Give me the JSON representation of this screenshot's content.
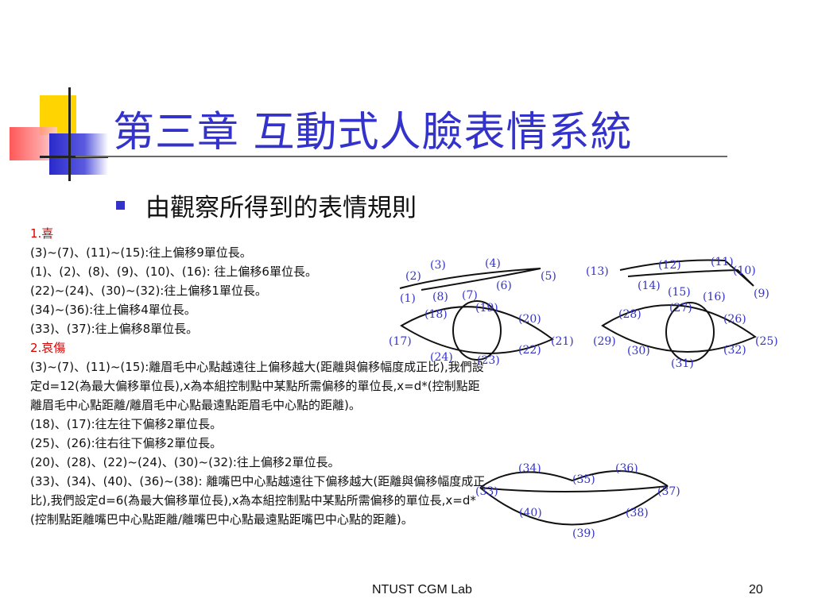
{
  "title": "第三章 互動式人臉表情系統",
  "subtitle": "由觀察所得到的表情規則",
  "rules": {
    "h1": "1.喜",
    "l1": "(3)~(7)、(11)~(15):往上偏移9單位長。",
    "l2": "(1)、(2)、(8)、(9)、(10)、(16): 往上偏移6單位長。",
    "l3": "(22)~(24)、(30)~(32):往上偏移1單位長。",
    "l4": "(34)~(36):往上偏移4單位長。",
    "l5": "(33)、(37):往上偏移8單位長。",
    "h2": "2.哀傷",
    "l6": "(3)~(7)、(11)~(15):離眉毛中心點越遠往上偏移越大(距離與偏移幅度成正比),我們設定d=12(為最大偏移單位長),x為本組控制點中某點所需偏移的單位長,x=d*(控制點距離眉毛中心點距離/離眉毛中心點最遠點距眉毛中心點的距離)。",
    "l7": "(18)、(17):往左往下偏移2單位長。",
    "l8": "(25)、(26):往右往下偏移2單位長。",
    "l9": "(20)、(28)、(22)~(24)、(30)~(32):往上偏移2單位長。",
    "l10": "(33)、(34)、(40)、(36)~(38): 離嘴巴中心點越遠往下偏移越大(距離與偏移幅度成正比),我們設定d=6(為最大偏移單位長),x為本組控制點中某點所需偏移的單位長,x=d*(控制點距離嘴巴中心點距離/離嘴巴中心點最遠點距嘴巴中心點的距離)。"
  },
  "labels": {
    "p1": "(1)",
    "p2": "(2)",
    "p3": "(3)",
    "p4": "(4)",
    "p5": "(5)",
    "p6": "(6)",
    "p7": "(7)",
    "p8": "(8)",
    "p9": "(9)",
    "p10": "(10)",
    "p11": "(11)",
    "p12": "(12)",
    "p13": "(13)",
    "p14": "(14)",
    "p15": "(15)",
    "p16": "(16)",
    "p17": "(17)",
    "p18": "(18)",
    "p19": "(19)",
    "p20": "(20)",
    "p21": "(21)",
    "p22": "(22)",
    "p23": "(23)",
    "p24": "(24)",
    "p25": "(25)",
    "p26": "(26)",
    "p27": "(27)",
    "p28": "(28)",
    "p29": "(29)",
    "p30": "(30)",
    "p31": "(31)",
    "p32": "(32)",
    "p33": "(33)",
    "p34": "(34)",
    "p35": "(35)",
    "p36": "(36)",
    "p37": "(37)",
    "p38": "(38)",
    "p39": "(39)",
    "p40": "(40)"
  },
  "footer": {
    "left": "NTUST CGM Lab",
    "right": "20"
  },
  "colors": {
    "title": "#3333cc",
    "heading": "#dd0000",
    "label": "#3333cc"
  }
}
